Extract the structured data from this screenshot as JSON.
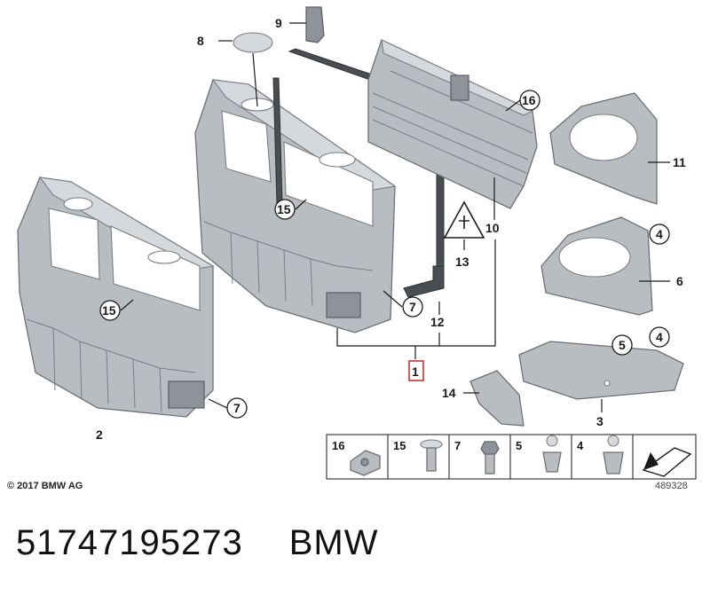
{
  "callouts": {
    "c1": "1",
    "c2": "2",
    "c3": "3",
    "c4a": "4",
    "c4b": "4",
    "c5": "5",
    "c6": "6",
    "c7a": "7",
    "c7b": "7",
    "c8": "8",
    "c9": "9",
    "c10": "10",
    "c11": "11",
    "c12": "12",
    "c13": "13",
    "c14": "14",
    "c15a": "15",
    "c15b": "15",
    "c16": "16"
  },
  "fastener_table": {
    "cells": [
      {
        "label": "16",
        "icon": "clip-nut-icon"
      },
      {
        "label": "15",
        "icon": "rivet-icon"
      },
      {
        "label": "7",
        "icon": "hex-bolt-icon"
      },
      {
        "label": "5",
        "icon": "expanding-rivet-icon"
      },
      {
        "label": "4",
        "icon": "expanding-rivet-large-icon"
      },
      {
        "label": "",
        "icon": "direction-arrow-icon"
      }
    ]
  },
  "copyright": "© 2017 BMW AG",
  "image_number": "489328",
  "footer": {
    "part_number": "51747195273",
    "brand": "BMW"
  },
  "colors": {
    "highlight": "#cc2222",
    "part_gray": "#b9bcc1",
    "ink": "#1a1a1a"
  }
}
